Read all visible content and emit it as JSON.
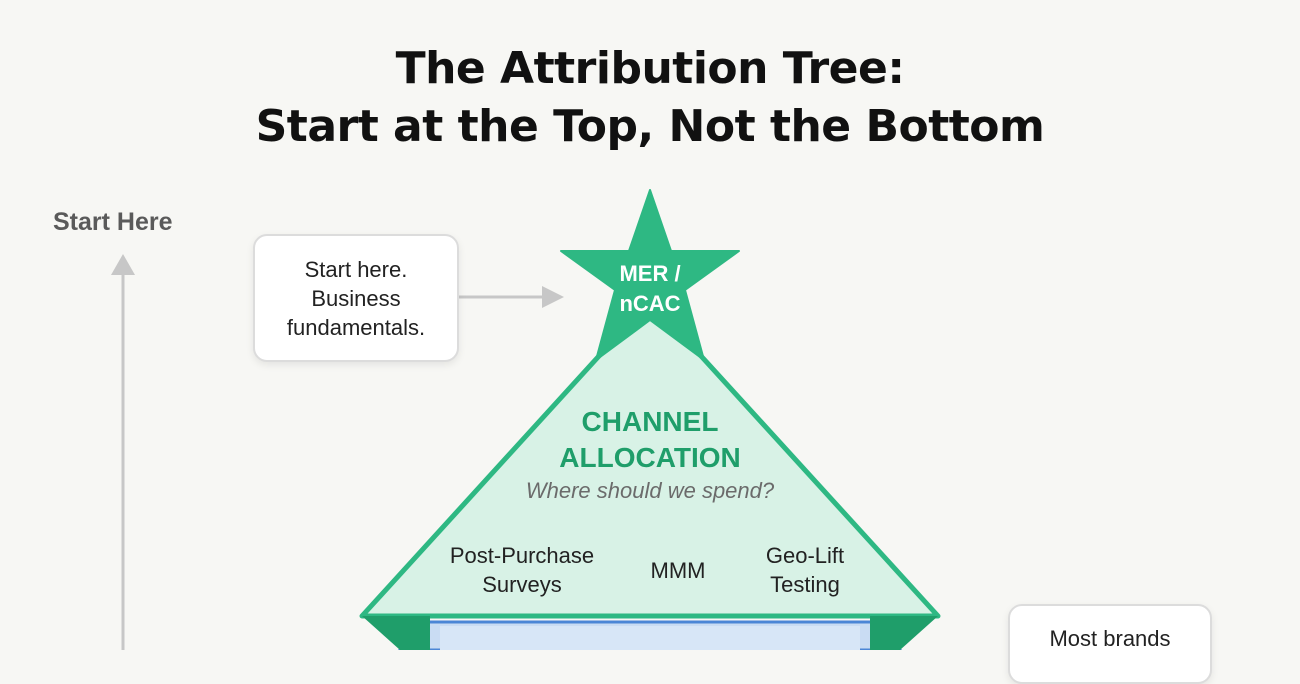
{
  "title": {
    "line1": "The Attribution Tree:",
    "line2": "Start at the Top, Not the Bottom"
  },
  "side_axis": {
    "label": "Start Here"
  },
  "callouts": {
    "top": {
      "line1": "Start here.",
      "line2": "Business",
      "line3": "fundamentals."
    },
    "bottom": {
      "line1": "Most brands"
    }
  },
  "star": {
    "line1": "MER /",
    "line2": "nCAC"
  },
  "channel_allocation": {
    "title_line1": "CHANNEL",
    "title_line2": "ALLOCATION",
    "subtitle": "Where should we spend?",
    "methods": [
      {
        "line1": "Post-Purchase",
        "line2": "Surveys"
      },
      {
        "line1": "MMM",
        "line2": ""
      },
      {
        "line1": "Geo-Lift",
        "line2": "Testing"
      }
    ]
  },
  "colors": {
    "green": "#2eb883",
    "green_light": "#d8f2e6",
    "green_text": "#1f9e6a",
    "blue_light": "#c9dcf3",
    "blue_border": "#4b86d6",
    "arrow_gray": "#c7c7c7",
    "background": "#f7f7f4"
  }
}
